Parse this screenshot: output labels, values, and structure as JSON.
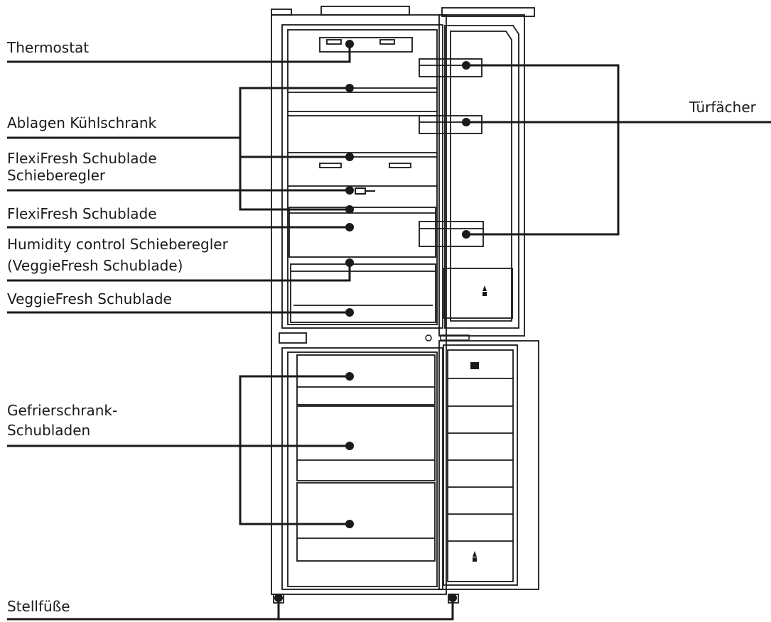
{
  "labels": {
    "thermostat": "Thermostat",
    "shelves": "Ablagen Kühlschrank",
    "flexifresh_slider_1": "FlexiFresh Schublade",
    "flexifresh_slider_2": "Schieberegler",
    "flexifresh_drawer": "FlexiFresh Schublade",
    "humidity_1": "Humidity control Schieberegler",
    "humidity_2": "(VeggieFresh Schublade)",
    "veggiefresh_drawer": "VeggieFresh Schublade",
    "freezer_1": "Gefrierschrank-",
    "freezer_2": "Schubladen",
    "feet": "Stellfüße",
    "door_racks": "Türfächer"
  }
}
